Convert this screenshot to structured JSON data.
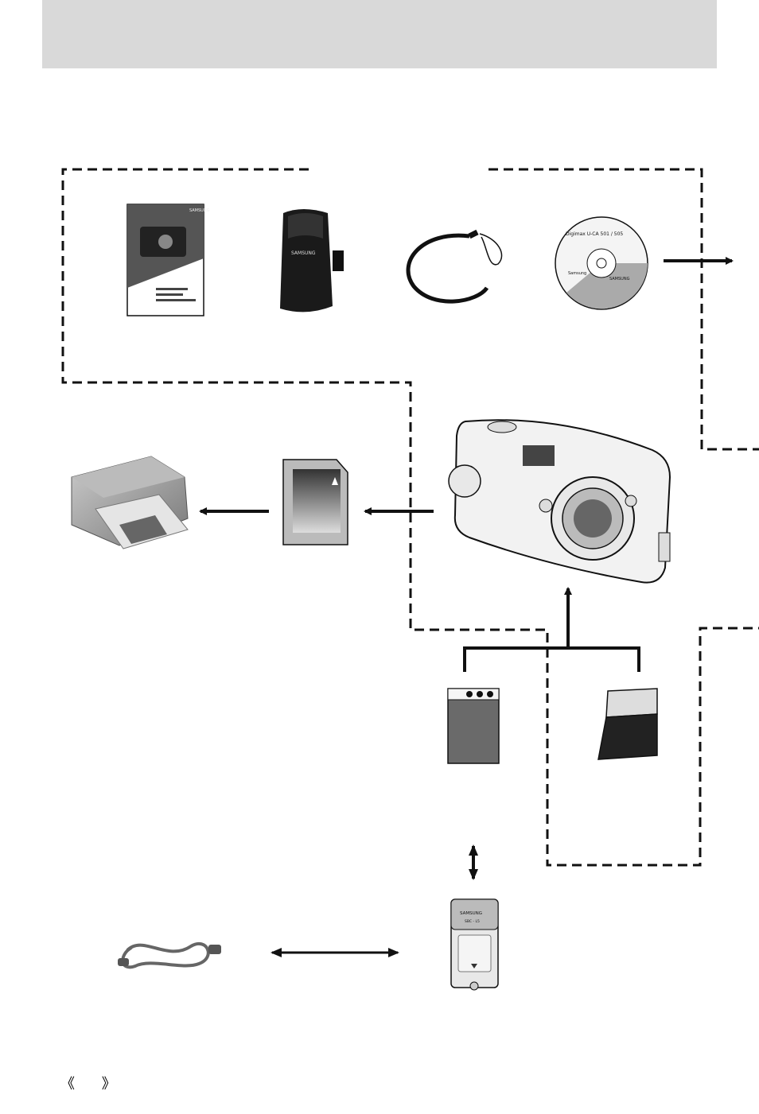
{
  "page": {
    "page_marker": "《 》"
  },
  "labels": {
    "manual_brand": "SAMSUNG",
    "case_brand": "SAMSUNG",
    "cd_line1": "Digimax U-CA 501 / 505",
    "cd_line2": "Samsung",
    "cd_brand": "SAMSUNG",
    "charger_brand": "SAMSUNG",
    "charger_model": "SBC - L5"
  },
  "colors": {
    "header_bar": "#d9d9d9",
    "line": "#111111"
  },
  "icons": [
    "user-manual-icon",
    "camera-case-icon",
    "wrist-strap-icon",
    "software-cd-icon",
    "printer-icon",
    "sd-card-icon",
    "camera-icon",
    "rechargeable-battery-icon",
    "alkaline-battery-icon",
    "battery-charger-icon",
    "ac-cord-icon"
  ]
}
